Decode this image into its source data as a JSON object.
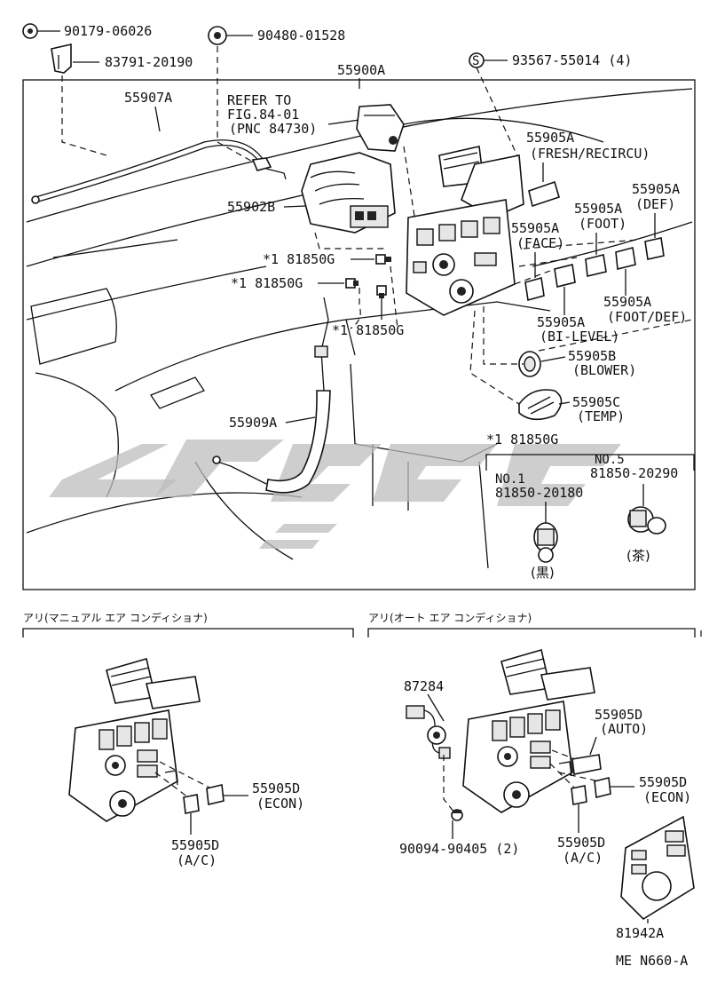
{
  "diagram": {
    "code": "ME N660-A",
    "top_parts": {
      "p90179": "90179-06026",
      "p90480": "90480-01528",
      "p83791": "83791-20190",
      "p93567": "93567-55014 (4)"
    },
    "main": {
      "p55900A": "55900A",
      "p55907A": "55907A",
      "refer_l1": "REFER TO",
      "refer_l2": "FIG.84-01",
      "refer_l3": "(PNC 84730)",
      "p55902B": "55902B",
      "fresh_num": "55905A",
      "fresh_lbl": "(FRESH/RECIRCU)",
      "def_num": "55905A",
      "def_lbl": "(DEF)",
      "foot_num": "55905A",
      "foot_lbl": "(FOOT)",
      "face_num": "55905A",
      "face_lbl": "(FACE)",
      "footdef_num": "55905A",
      "footdef_lbl": "(FOOT/DEF)",
      "bilevel_num": "55905A",
      "bilevel_lbl": "(BI-LEVEL)",
      "blower_num": "55905B",
      "blower_lbl": "(BLOWER)",
      "temp_num": "55905C",
      "temp_lbl": "(TEMP)",
      "bulb1": "*1 81850G",
      "bulb2": "*1 81850G",
      "bulb3": "*1 81850G",
      "bulb4": "*1 81850G",
      "p55909A": "55909A",
      "no5": "NO.5",
      "no5_part": "81850-20290",
      "no1": "NO.1",
      "no1_part": "81850-20180",
      "color_black": "(黒)",
      "color_brown": "(茶)"
    },
    "manual": {
      "header": "アリ(マニュアル エア コンディショナ)",
      "econ_num": "55905D",
      "econ_lbl": "(ECON)",
      "ac_num": "55905D",
      "ac_lbl": "(A/C)"
    },
    "auto": {
      "header": "アリ(オート エア コンディショナ)",
      "p87284": "87284",
      "auto_num": "55905D",
      "auto_lbl": "(AUTO)",
      "econ_num": "55905D",
      "econ_lbl": "(ECON)",
      "ac_num": "55905D",
      "ac_lbl": "(A/C)",
      "screw": "90094-90405 (2)",
      "p81942A": "81942A"
    }
  }
}
